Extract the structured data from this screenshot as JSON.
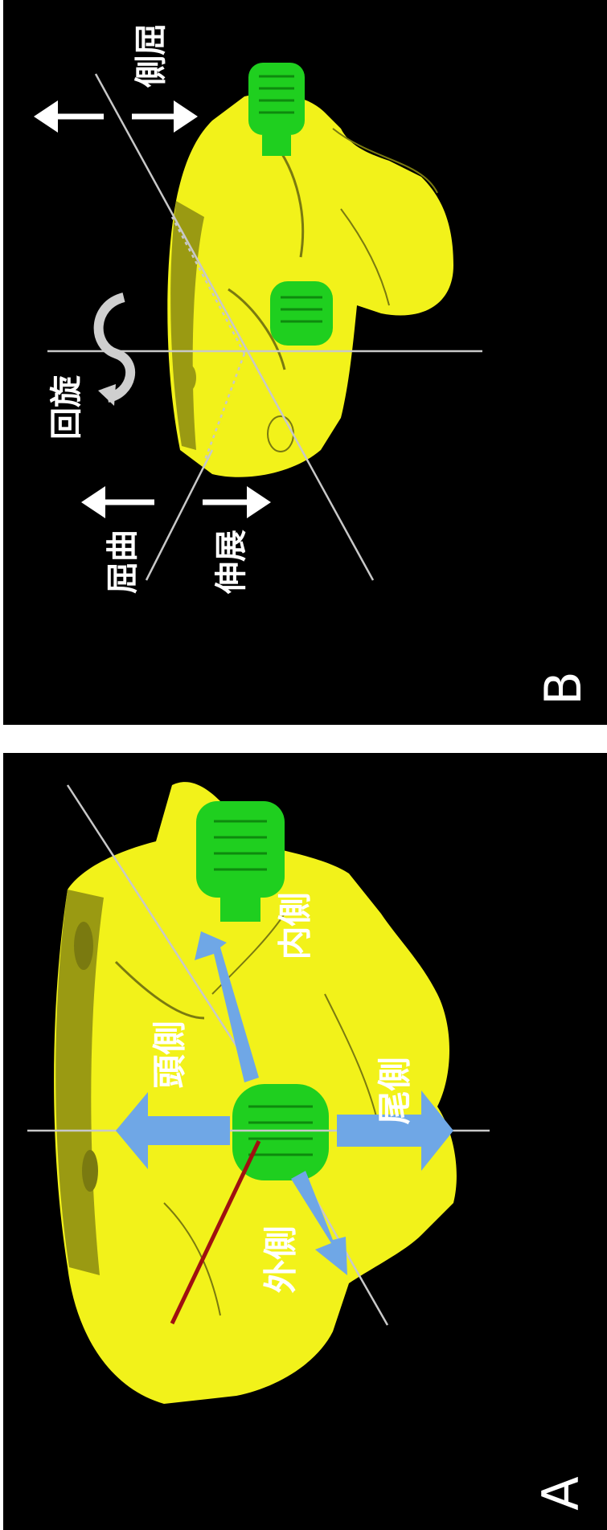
{
  "panels": {
    "B": {
      "letter": "B",
      "labels": {
        "rotation": "回旋",
        "lateral_bending": "側屈",
        "flexion": "屈曲",
        "extension": "伸展"
      }
    },
    "A": {
      "letter": "A",
      "labels": {
        "cranial": "頭側",
        "medial": "内側",
        "caudal": "尾側",
        "lateral": "外側"
      }
    }
  },
  "colors": {
    "bone": "#f2f21a",
    "bone_shadow": "#9a9a12",
    "screw": "#1fcf1f",
    "arrow_blue": "#6fa7e6",
    "axis_line": "#c8c8c8",
    "red_line": "#a01010",
    "background": "#000000"
  }
}
